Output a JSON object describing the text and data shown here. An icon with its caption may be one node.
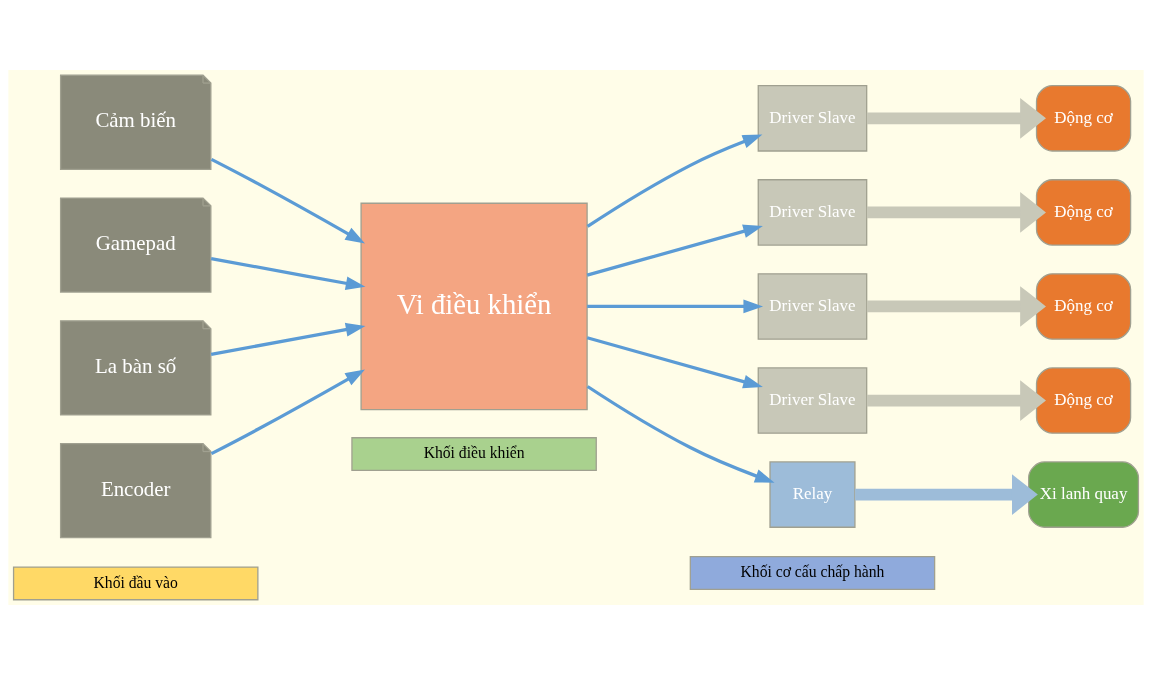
{
  "diagram": {
    "nodes": [
      {
        "text": [
          "Khối đầu vào"
        ]
      },
      {
        "text": [
          "Khối điều khiển"
        ]
      },
      {
        "text": [
          "Khối cơ cấu chấp hành"
        ]
      },
      {
        "text": [
          "Cảm biến"
        ]
      },
      {
        "text": [
          "Gamepad"
        ]
      },
      {
        "text": [
          "La bàn số"
        ]
      },
      {
        "text": [
          "Encoder"
        ]
      },
      {
        "text": [
          "Vi điều khiển"
        ]
      },
      {
        "text": [
          "Driver Slave"
        ]
      },
      {
        "text": [
          "Động cơ"
        ]
      },
      {
        "text": [
          "Driver Slave"
        ]
      },
      {
        "text": [
          "Động cơ"
        ]
      },
      {
        "text": [
          "Driver Slave"
        ]
      },
      {
        "text": [
          "Động cơ"
        ]
      },
      {
        "text": [
          "Driver Slave"
        ]
      },
      {
        "text": [
          "Động cơ"
        ]
      },
      {
        "text": [
          "Relay"
        ]
      },
      {
        "text": [
          "Xi lanh quay"
        ]
      }
    ],
    "edges": [
      {
        "from": 3,
        "to": 7,
        "arrow": "to"
      },
      {
        "from": 4,
        "to": 7,
        "arrow": "to"
      },
      {
        "from": 5,
        "to": 7,
        "arrow": "to"
      },
      {
        "from": 6,
        "to": 7,
        "arrow": "to"
      },
      {
        "from": 7,
        "to": 8,
        "arrow": "to"
      },
      {
        "from": 7,
        "to": 10,
        "arrow": "to"
      },
      {
        "from": 7,
        "to": 12,
        "arrow": "to"
      },
      {
        "from": 7,
        "to": 14,
        "arrow": "to"
      },
      {
        "from": 7,
        "to": 16,
        "arrow": "to"
      },
      {
        "from": 8,
        "to": 9,
        "arrow": "to",
        "style": "thick",
        "color": "#c8c8b8"
      },
      {
        "from": 10,
        "to": 11,
        "arrow": "to",
        "style": "thick",
        "color": "#c8c8b8"
      },
      {
        "from": 12,
        "to": 13,
        "arrow": "to",
        "style": "thick",
        "color": "#c8c8b8"
      },
      {
        "from": 14,
        "to": 15,
        "arrow": "to",
        "style": "thick",
        "color": "#c8c8b8"
      },
      {
        "from": 16,
        "to": 17,
        "arrow": "to",
        "style": "thick",
        "color": "#9dbcd9"
      }
    ]
  }
}
